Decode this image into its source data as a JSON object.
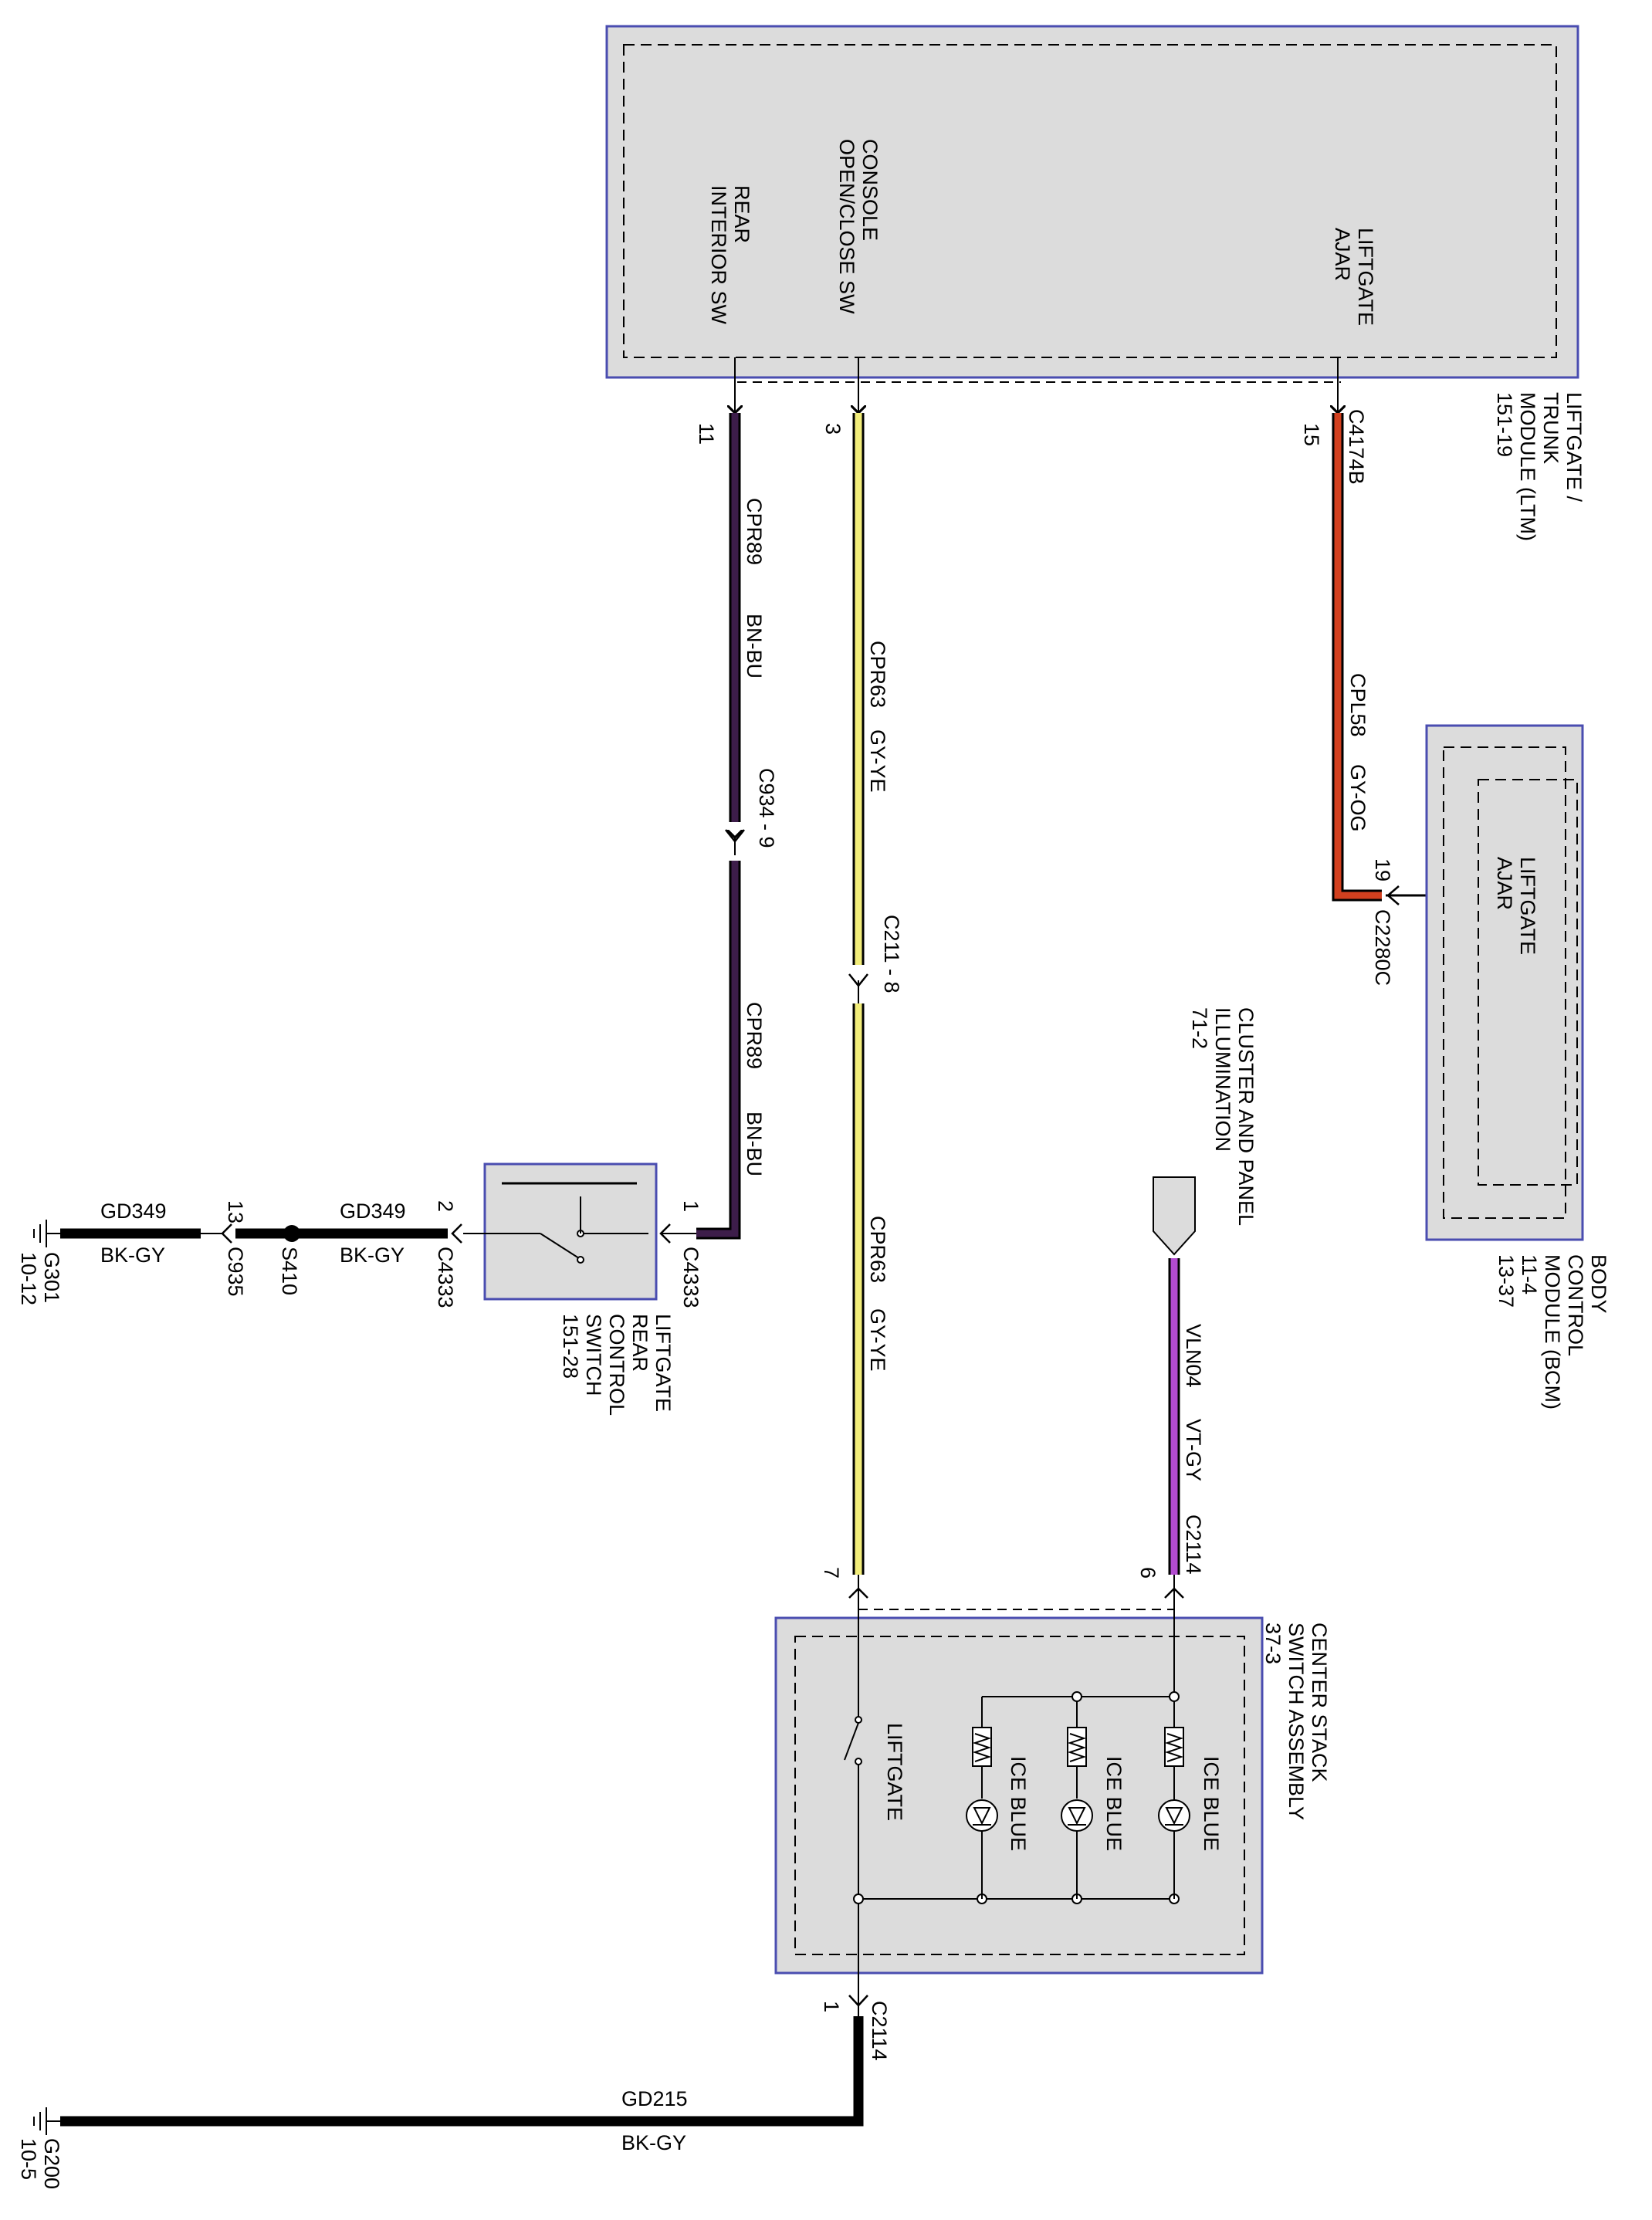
{
  "modules": {
    "ltm": {
      "name": [
        "LIFTGATE /",
        "TRUNK",
        "MODULE (LTM)",
        "151-19"
      ],
      "rear_interior_sw": [
        "REAR",
        "INTERIOR SW"
      ],
      "console_sw": [
        "CONSOLE",
        "OPEN/CLOSE SW"
      ],
      "liftgate_ajar": [
        "LIFTGATE",
        "AJAR"
      ]
    },
    "bcm": {
      "name": [
        "BODY",
        "CONTROL",
        "MODULE (BCM)",
        "11-4",
        "13-37"
      ],
      "liftgate_ajar": [
        "LIFTGATE",
        "AJAR"
      ]
    },
    "rear_switch": {
      "name": [
        "LIFTGATE",
        "REAR",
        "CONTROL",
        "SWITCH",
        "151-28"
      ]
    },
    "center_stack": {
      "name": [
        "CENTER STACK",
        "SWITCH ASSEMBLY",
        "37-3"
      ],
      "liftgate_label": "LIFTGATE",
      "led_labels": [
        "ICE BLUE",
        "ICE BLUE",
        "ICE BLUE"
      ]
    },
    "cluster_ref": [
      "CLUSTER AND PANEL",
      "ILLUMINATION",
      "71-2"
    ]
  },
  "connectors": {
    "c4174b": "C4174B",
    "c4174b_pin15": "15",
    "ltm_pin11": "11",
    "ltm_pin3": "3",
    "c2280c": "C2280C",
    "c2280c_pin19": "19",
    "c934": "C934  -  9",
    "c211": "C211  -  8",
    "c4333_pin1": "1",
    "c4333_a": "C4333",
    "c4333_pin2": "2",
    "c4333_b": "C4333",
    "c935_pin13": "13",
    "c935": "C935",
    "s410": "S410",
    "c2114_pin7": "7",
    "c2114_pin6": "6",
    "c2114_top": "C2114",
    "c2114_pin1": "1",
    "c2114_bottom": "C2114"
  },
  "wires": {
    "cpl58": {
      "circuit": "CPL58",
      "color": "GY-OG",
      "hex": "#d2401f"
    },
    "cpr89_top": {
      "circuit": "CPR89",
      "color": "BN-BU",
      "hex": "#3d1d4a"
    },
    "cpr89_bottom": {
      "circuit": "CPR89",
      "color": "BN-BU",
      "hex": "#3d1d4a"
    },
    "cpr63_top": {
      "circuit": "CPR63",
      "color": "GY-YE",
      "hex": "#f2ed7a"
    },
    "cpr63_bottom": {
      "circuit": "CPR63",
      "color": "GY-YE",
      "hex": "#f2ed7a"
    },
    "vln04": {
      "circuit": "VLN04",
      "color": "VT-GY",
      "hex": "#b24bd0"
    },
    "gd349_a": {
      "circuit": "GD349",
      "color": "BK-GY",
      "hex": "#111111"
    },
    "gd349_b": {
      "circuit": "GD349",
      "color": "BK-GY",
      "hex": "#111111"
    },
    "gd215": {
      "circuit": "GD215",
      "color": "BK-GY",
      "hex": "#111111"
    }
  },
  "grounds": {
    "g301": [
      "G301",
      "10-12"
    ],
    "g200": [
      "G200",
      "10-5"
    ]
  },
  "colors": {
    "module_fill": "#dcdcdc",
    "module_border": "#4a4db0"
  }
}
